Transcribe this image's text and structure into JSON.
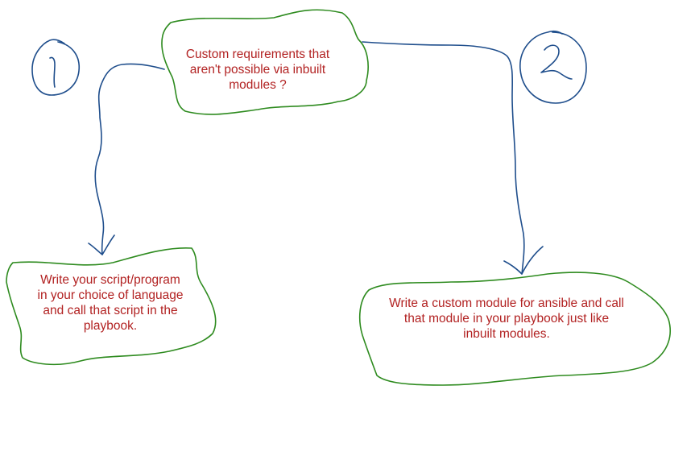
{
  "diagram": {
    "colors": {
      "box_stroke": "#2e8b1f",
      "arrow_stroke": "#1f4e8c",
      "text": "#b22222",
      "background": "#ffffff"
    },
    "nodes": {
      "question": {
        "text": "Custom requirements that\naren't possible via inbuilt\nmodules ?"
      },
      "option_1": {
        "marker": "1",
        "text": "Write your script/program\nin your choice of language\nand call that script in the\nplaybook."
      },
      "option_2": {
        "marker": "2",
        "text": "Write a custom module for ansible and call\nthat module in your playbook just like\ninbuilt modules."
      }
    },
    "edges": [
      {
        "from": "question",
        "to": "option_1"
      },
      {
        "from": "question",
        "to": "option_2"
      }
    ]
  }
}
